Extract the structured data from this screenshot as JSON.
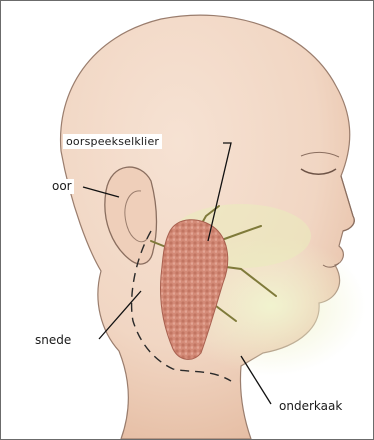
{
  "labels": {
    "gland": "oorspeekselklier",
    "ear": "oor",
    "incision": "snede",
    "jaw": "onderkaak"
  },
  "colors": {
    "skin": "#f1d6c3",
    "skin_shadow": "#e3b89d",
    "outline": "#9a7d6d",
    "gland": "#d8927e",
    "jaw_highlight": "#e9ecbc",
    "leader_line": "#111111",
    "frame": "#6b6b6b"
  }
}
